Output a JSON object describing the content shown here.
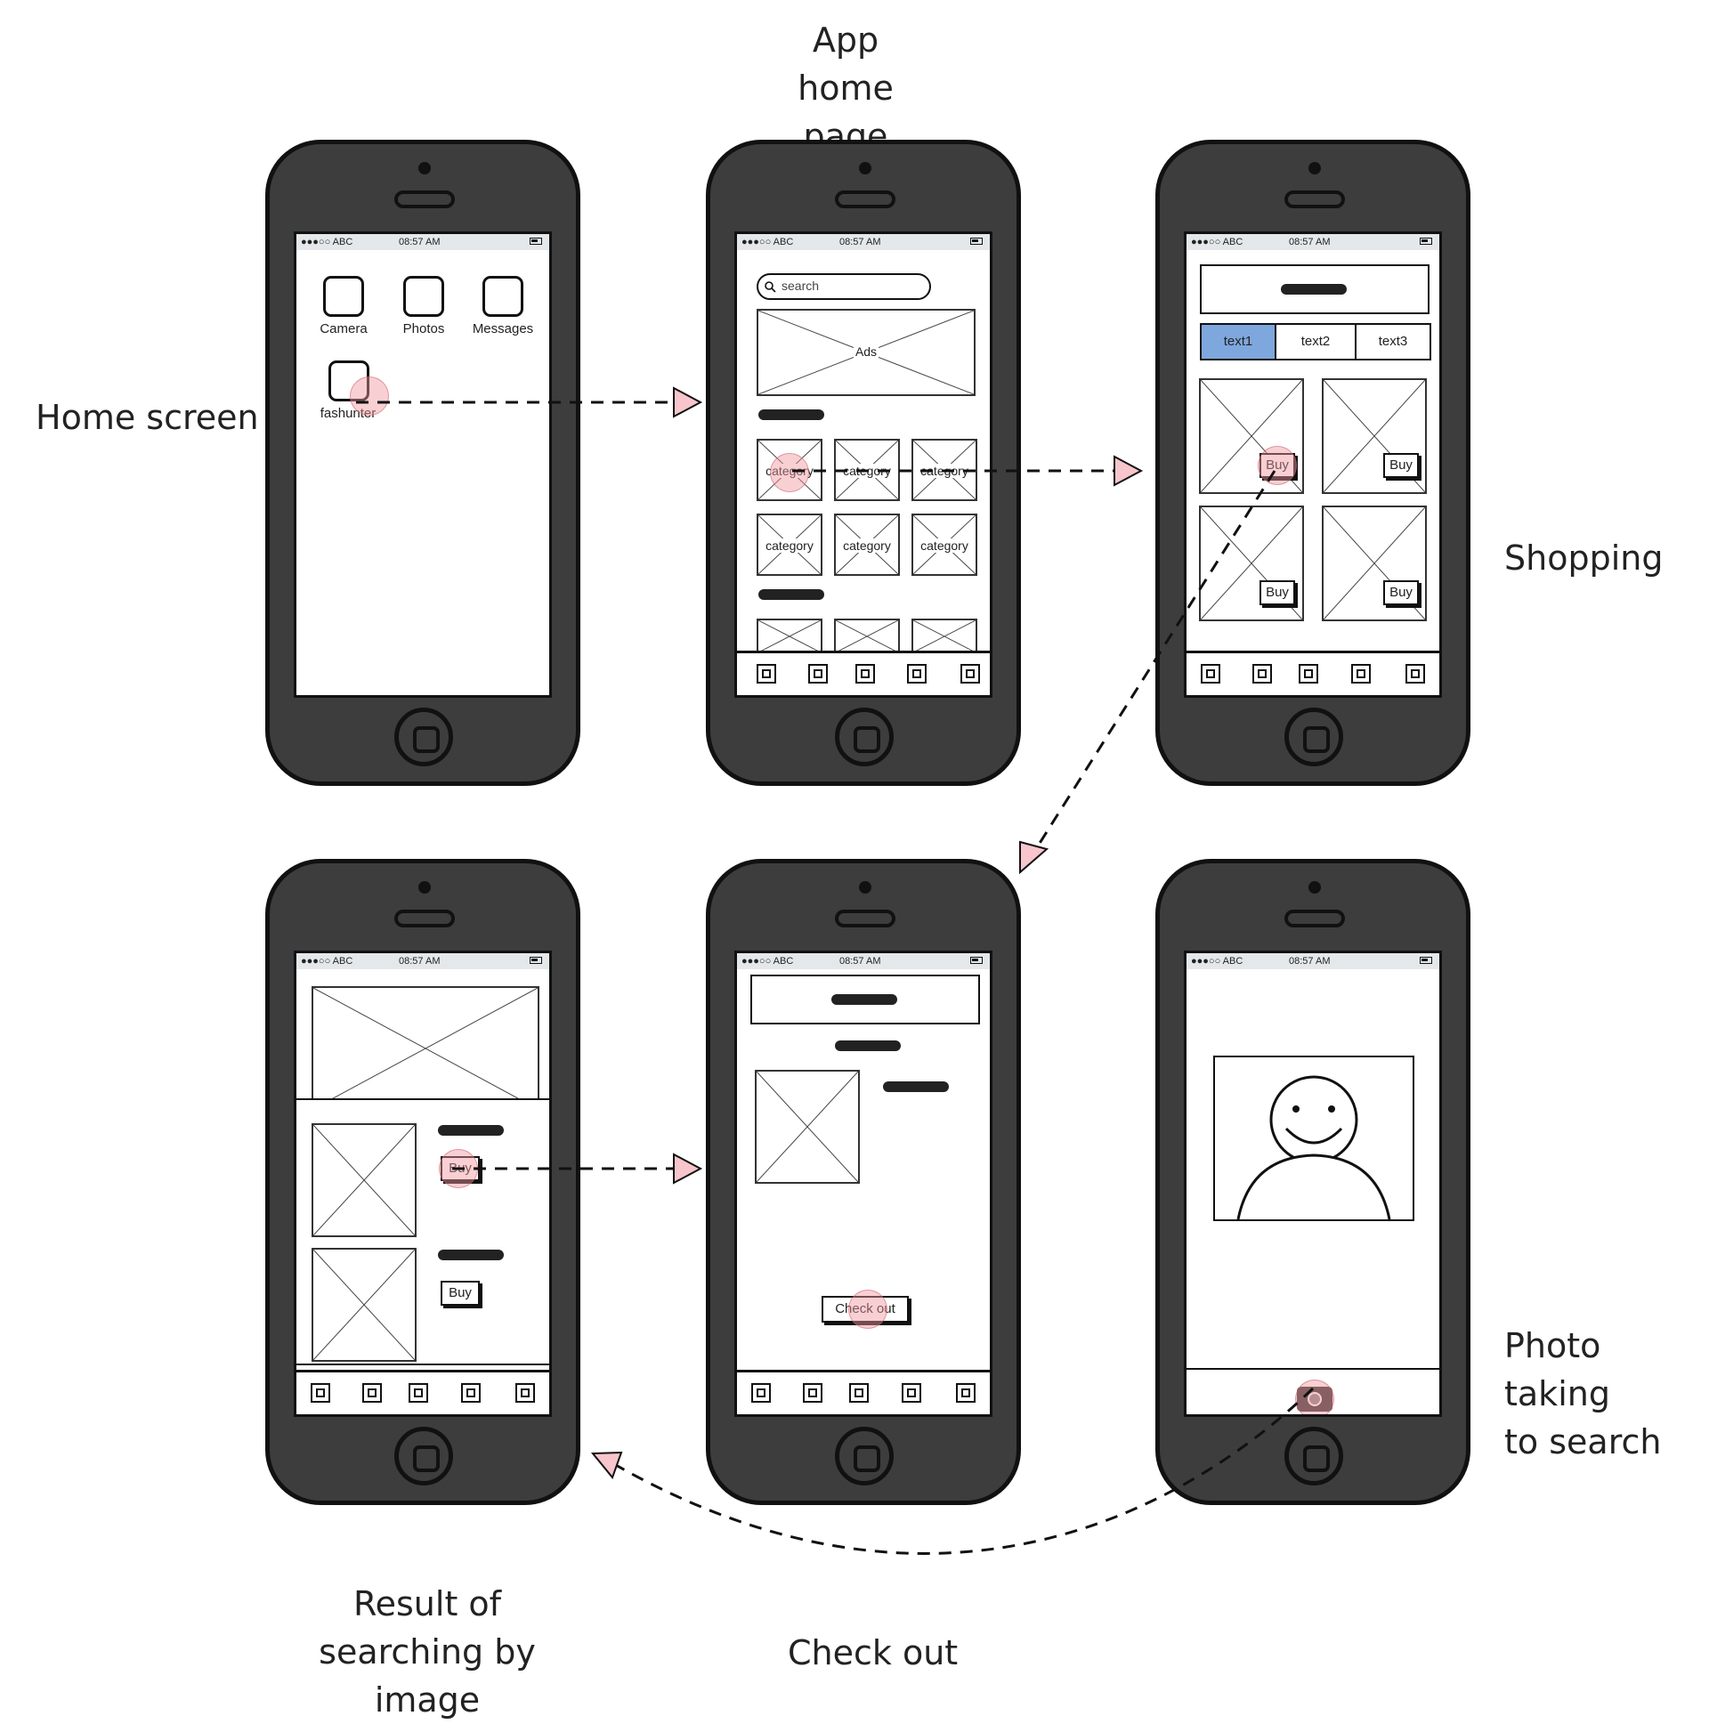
{
  "captions": {
    "home_screen": "Home screen",
    "app_home_page": "App home\npage",
    "shopping": "Shopping",
    "result_search": "Result of\nsearching by image",
    "check_out": "Check out",
    "photo_taking": "Photo taking\nto search"
  },
  "status_bar": {
    "carrier": "●●●○○ ABC",
    "time": "08:57 AM"
  },
  "home_screen": {
    "apps": [
      {
        "label": "Camera"
      },
      {
        "label": "Photos"
      },
      {
        "label": "Messages"
      },
      {
        "label": "fashunter"
      }
    ]
  },
  "app_home": {
    "search_placeholder": "search",
    "ads_label": "Ads",
    "category_labels": [
      "category",
      "category",
      "category",
      "category",
      "category",
      "category"
    ]
  },
  "shopping": {
    "tabs": [
      "text1",
      "text2",
      "text3"
    ],
    "buy_labels": [
      "Buy",
      "Buy",
      "Buy",
      "Buy"
    ]
  },
  "result": {
    "buy_labels": [
      "Buy",
      "Buy"
    ]
  },
  "checkout": {
    "button_label": "Check out"
  },
  "colors": {
    "phone_body": "#3d3d3d",
    "active_tab": "#7ea7dd",
    "hotspot": "#f096a0",
    "arrow_head": "#f7c5cb"
  }
}
